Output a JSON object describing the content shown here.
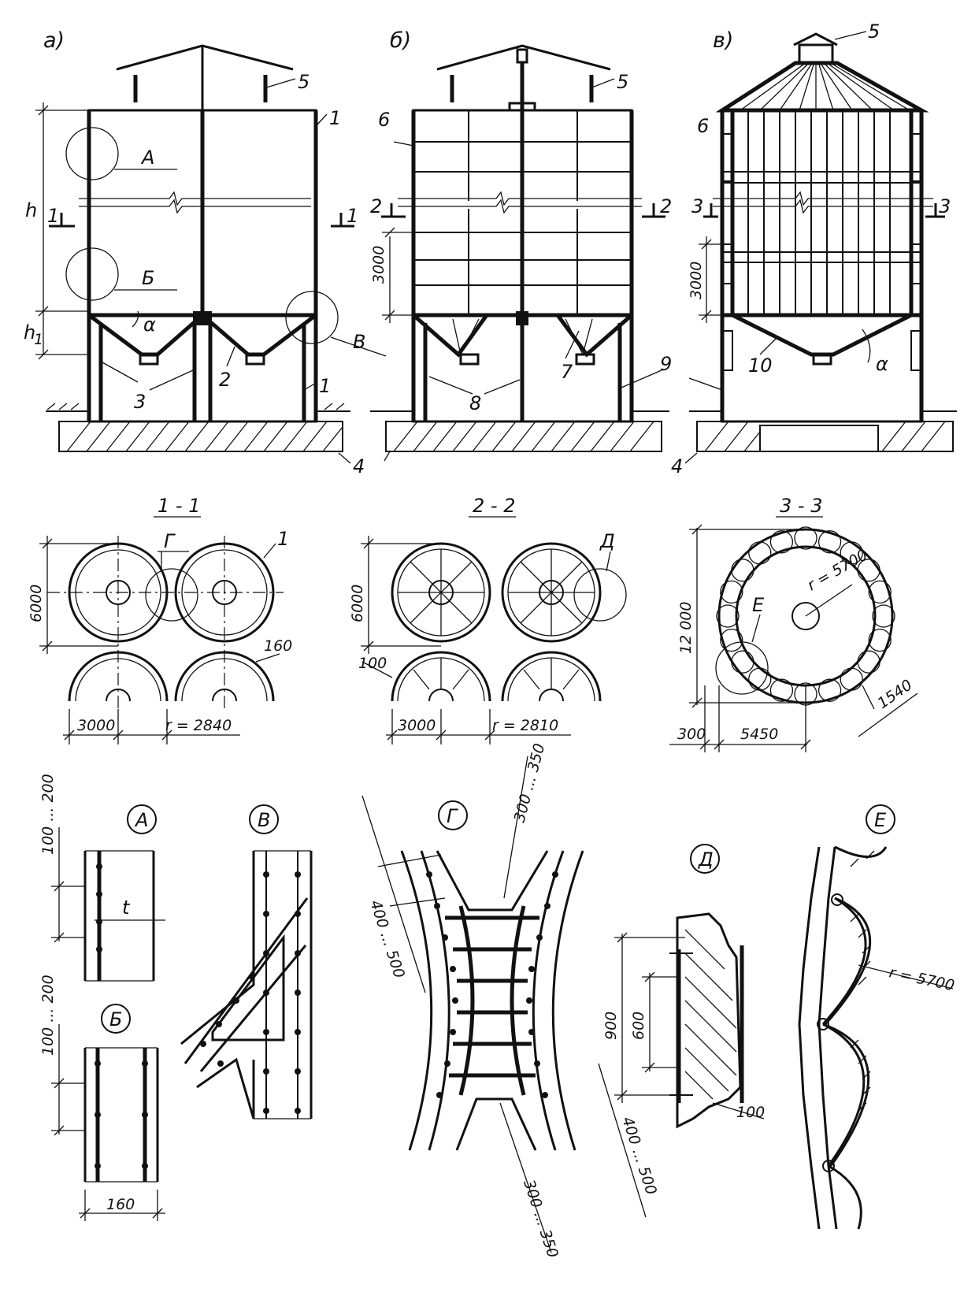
{
  "views": {
    "a": "а)",
    "b": "б)",
    "v": "в)"
  },
  "marks": {
    "n1": "1",
    "n2": "2",
    "n3": "3",
    "n4": "4",
    "n5": "5",
    "n6": "6",
    "n7": "7",
    "n8": "8",
    "n9": "9",
    "n10": "10",
    "h": "h",
    "h1": "h",
    "h1_sub": "1",
    "alpha": "α",
    "t": "t",
    "A": "А",
    "B": "Б",
    "V": "В",
    "G": "Г",
    "D": "Д",
    "E": "Е"
  },
  "sections": {
    "s11": "1 - 1",
    "s22": "2 - 2",
    "s33": "3 - 3"
  },
  "dims": {
    "d3000": "3000",
    "d6000": "6000",
    "d12000": "12 000",
    "d160": "160",
    "d100": "100",
    "r2840": "r = 2840",
    "r2810": "r = 2810",
    "r5700": "r = 5700",
    "d1540": "1540",
    "d300": "300",
    "d5450": "5450",
    "d100_200": "100 ... 200",
    "d400_500": "400 ... 500",
    "d300_350": "300 ... 350",
    "d900": "900",
    "d600": "600"
  }
}
